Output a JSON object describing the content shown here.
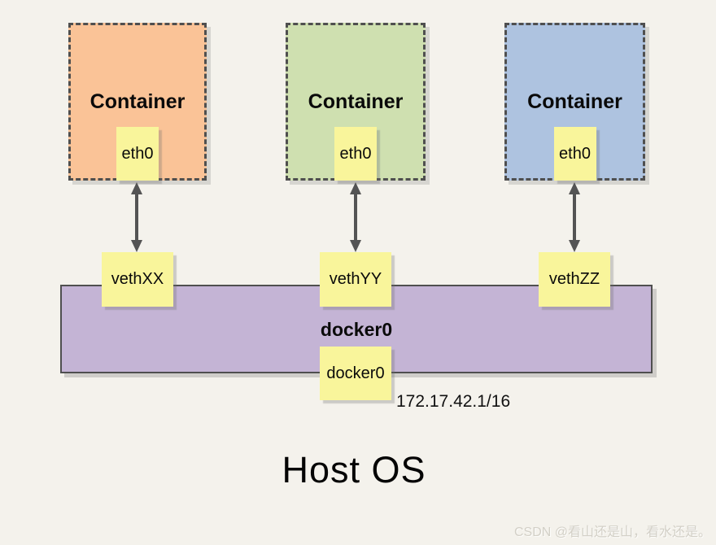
{
  "containers": [
    {
      "label": "Container",
      "interface": "eth0",
      "fill": "#FAC397"
    },
    {
      "label": "Container",
      "interface": "eth0",
      "fill": "#CFE0B0"
    },
    {
      "label": "Container",
      "interface": "eth0",
      "fill": "#AEC3E0"
    }
  ],
  "veth_labels": [
    "vethXX",
    "vethYY",
    "vethZZ"
  ],
  "bridge": {
    "label": "docker0",
    "interface_label": "docker0",
    "ip": "172.17.42.1/16",
    "fill": "#C4B4D5"
  },
  "host_label": "Host OS",
  "watermark": "CSDN @看山还是山，看水还是。",
  "colors": {
    "background": "#F4F2EC",
    "interface_box_fill": "#F9F59B",
    "dashed_border": "#4F4F4F",
    "arrow": "#545454"
  }
}
